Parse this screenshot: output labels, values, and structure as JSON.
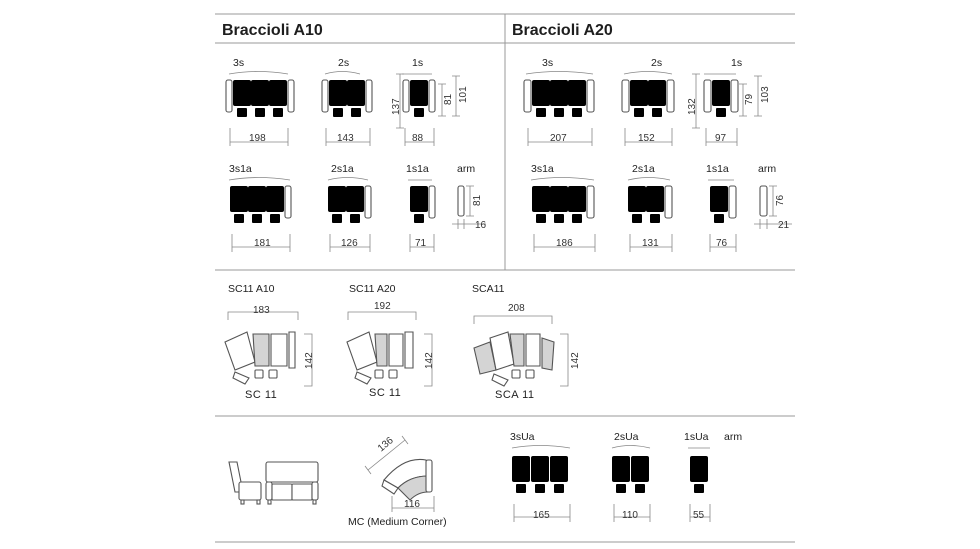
{
  "sections": {
    "a10": {
      "title": "Braccioli A10",
      "row1": [
        {
          "label": "3s",
          "width": "198"
        },
        {
          "label": "2s",
          "width": "143"
        },
        {
          "label": "1s",
          "width": "88",
          "height_total": "137",
          "height_seat": "81",
          "height_back": "101"
        }
      ],
      "row2": [
        {
          "label": "3s1a",
          "width": "181"
        },
        {
          "label": "2s1a",
          "width": "126"
        },
        {
          "label": "1s1a",
          "width": "71"
        },
        {
          "label": "arm",
          "height": "81",
          "depth": "16"
        }
      ]
    },
    "a20": {
      "title": "Braccioli A20",
      "row1": [
        {
          "label": "3s",
          "width": "207"
        },
        {
          "label": "2s",
          "width": "152"
        },
        {
          "label": "1s",
          "width": "97",
          "height_total": "132",
          "height_seat": "79",
          "height_back": "103"
        }
      ],
      "row2": [
        {
          "label": "3s1a",
          "width": "186"
        },
        {
          "label": "2s1a",
          "width": "131"
        },
        {
          "label": "1s1a",
          "width": "76"
        },
        {
          "label": "arm",
          "height": "76",
          "depth": "21"
        }
      ]
    },
    "corners": [
      {
        "label": "SC11 A10",
        "width": "183",
        "height": "142",
        "caption": "SC 11"
      },
      {
        "label": "SC11 A20",
        "width": "192",
        "height": "142",
        "caption": "SC 11"
      },
      {
        "label": "SCA11",
        "width": "208",
        "height": "142",
        "caption": "SCA 11"
      }
    ],
    "bottom": {
      "mc": {
        "diag": "136",
        "width": "116",
        "caption": "MC (Medium Corner)"
      },
      "u_labels": [
        {
          "label": "3sUa",
          "width": "165"
        },
        {
          "label": "2sUa",
          "width": "110"
        },
        {
          "label": "1sUa",
          "width": "55"
        },
        {
          "label": "arm"
        }
      ]
    }
  }
}
